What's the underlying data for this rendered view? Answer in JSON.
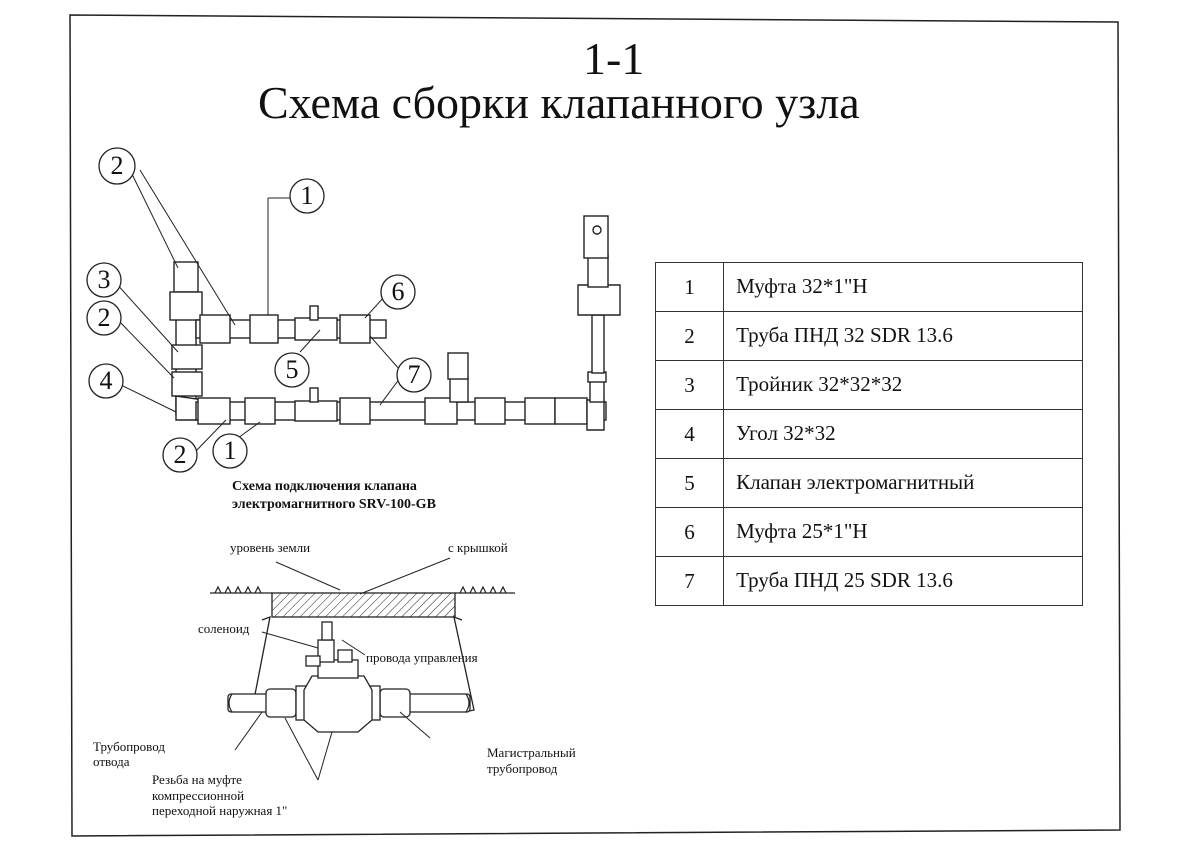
{
  "sheet": {
    "number": "1-1",
    "title": "Схема сборки клапанного узла"
  },
  "assembly_diagram": {
    "callouts": [
      "2",
      "1",
      "3",
      "2",
      "6",
      "5",
      "7",
      "4",
      "2",
      "1"
    ]
  },
  "legend": [
    {
      "num": "1",
      "name": "Муфта 32*1\"Н"
    },
    {
      "num": "2",
      "name": "Труба ПНД 32 SDR 13.6"
    },
    {
      "num": "3",
      "name": "Тройник 32*32*32"
    },
    {
      "num": "4",
      "name": "Угол 32*32"
    },
    {
      "num": "5",
      "name": "Клапан электромагнитный"
    },
    {
      "num": "6",
      "name": "Муфта 25*1\"Н"
    },
    {
      "num": "7",
      "name": "Труба ПНД 25 SDR 13.6"
    }
  ],
  "connection_diagram": {
    "title_line1": "Схема подключения  клапана",
    "title_line2": "электромагнитного SRV-100-GB",
    "labels": {
      "ground_level": "уровень земли",
      "with_lid": "с крышкой",
      "solenoid": "соленоид",
      "control_wires": "провода управления",
      "branch_pipe": "Трубопровод\nотвода",
      "thread_note": "Резьба на муфте\nкомпрессионной\nпереходной наружная 1\"",
      "main_pipe": "Магистральный\nтрубопровод"
    }
  }
}
